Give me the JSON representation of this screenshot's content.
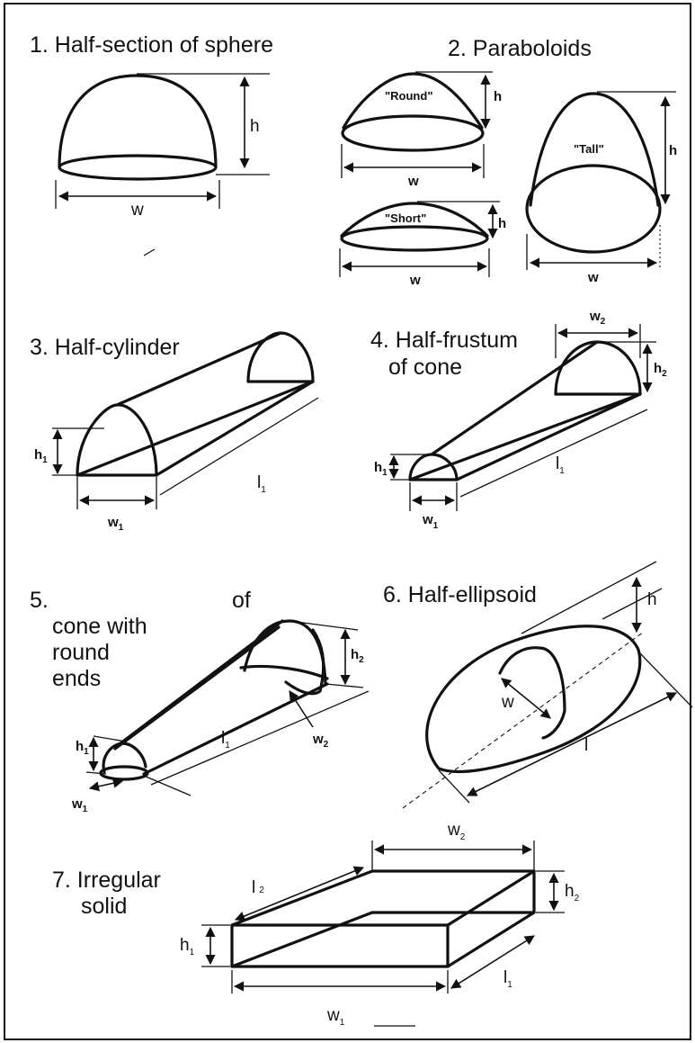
{
  "figures": [
    {
      "id": 1,
      "title": "1. Half-section of sphere",
      "labels": {
        "w": "w",
        "h": "h"
      }
    },
    {
      "id": 2,
      "title": "2. Paraboloids",
      "variants": [
        {
          "name": "\"Round\"",
          "w": "w",
          "h": "h"
        },
        {
          "name": "\"Short\"",
          "w": "w",
          "h": "h"
        },
        {
          "name": "\"Tall\"",
          "w": "w",
          "h": "h"
        }
      ]
    },
    {
      "id": 3,
      "title": "3. Half-cylinder",
      "labels": {
        "h": "h",
        "h_sub": "1",
        "w": "w",
        "w_sub": "1",
        "l": "l",
        "l_sub": "1"
      }
    },
    {
      "id": 4,
      "title_line1": "4. Half-frustum",
      "title_line2": "of cone",
      "labels": {
        "w2": "w",
        "w2_sub": "2",
        "h2": "h",
        "h2_sub": "2",
        "h1": "h",
        "h1_sub": "1",
        "w1": "w",
        "w1_sub": "1",
        "l": "l",
        "l_sub": "1"
      }
    },
    {
      "id": 5,
      "title_line1": "5.",
      "title_line1b": "of",
      "title_line2": "cone with",
      "title_line3": "round",
      "title_line4": "ends",
      "labels": {
        "h2": "h",
        "h2_sub": "2",
        "w2": "w",
        "w2_sub": "2",
        "h1": "h",
        "h1_sub": "1",
        "w1": "w",
        "w1_sub": "1",
        "l": "l",
        "l_sub": "1"
      }
    },
    {
      "id": 6,
      "title": "6. Half-ellipsoid",
      "labels": {
        "h": "h",
        "w": "w",
        "l": "l"
      }
    },
    {
      "id": 7,
      "title_line1": "7. Irregular",
      "title_line2": "solid",
      "labels": {
        "w2": "w",
        "w2_sub": "2",
        "l2": "l",
        "l2_sub": "2",
        "h2": "h",
        "h2_sub": "2",
        "h1": "h",
        "h1_sub": "1",
        "l1": "l",
        "l1_sub": "1",
        "w1": "w",
        "w1_sub": "1"
      }
    }
  ]
}
